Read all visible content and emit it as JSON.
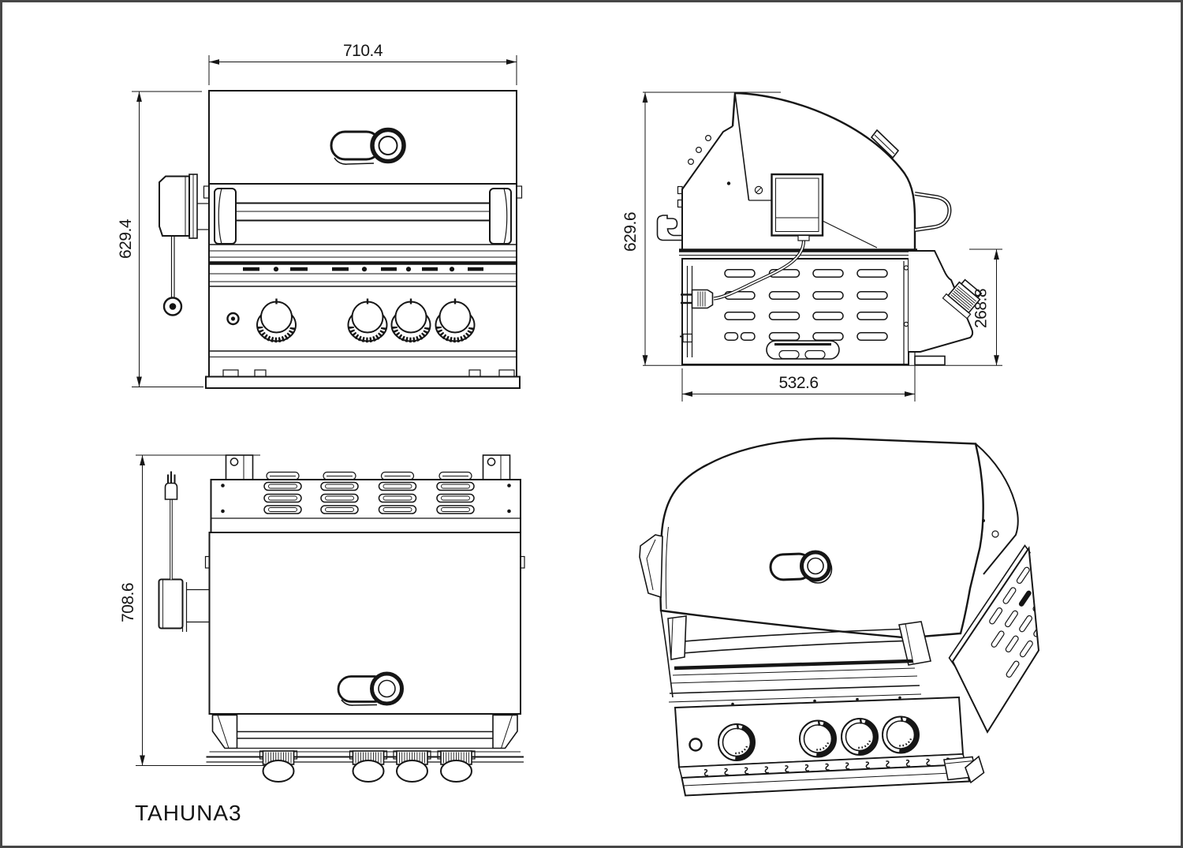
{
  "drawing": {
    "model_label": "TAHUNA3",
    "sheet": {
      "background": "#ffffff",
      "frame_color": "#474747",
      "line_color": "#161616"
    },
    "views": {
      "front": {
        "name": "front-view",
        "dims": {
          "width": "710.4",
          "height": "629.4"
        }
      },
      "side": {
        "name": "side-view",
        "dims": {
          "height": "629.6",
          "lower_height": "268.8",
          "depth": "532.6"
        }
      },
      "top": {
        "name": "top-view",
        "dims": {
          "depth": "708.6"
        }
      },
      "iso": {
        "name": "isometric-view"
      }
    },
    "features": {
      "burner_knob_count": 4,
      "ignition_button": true,
      "rotisserie_motor": true,
      "power_plug": true
    }
  }
}
